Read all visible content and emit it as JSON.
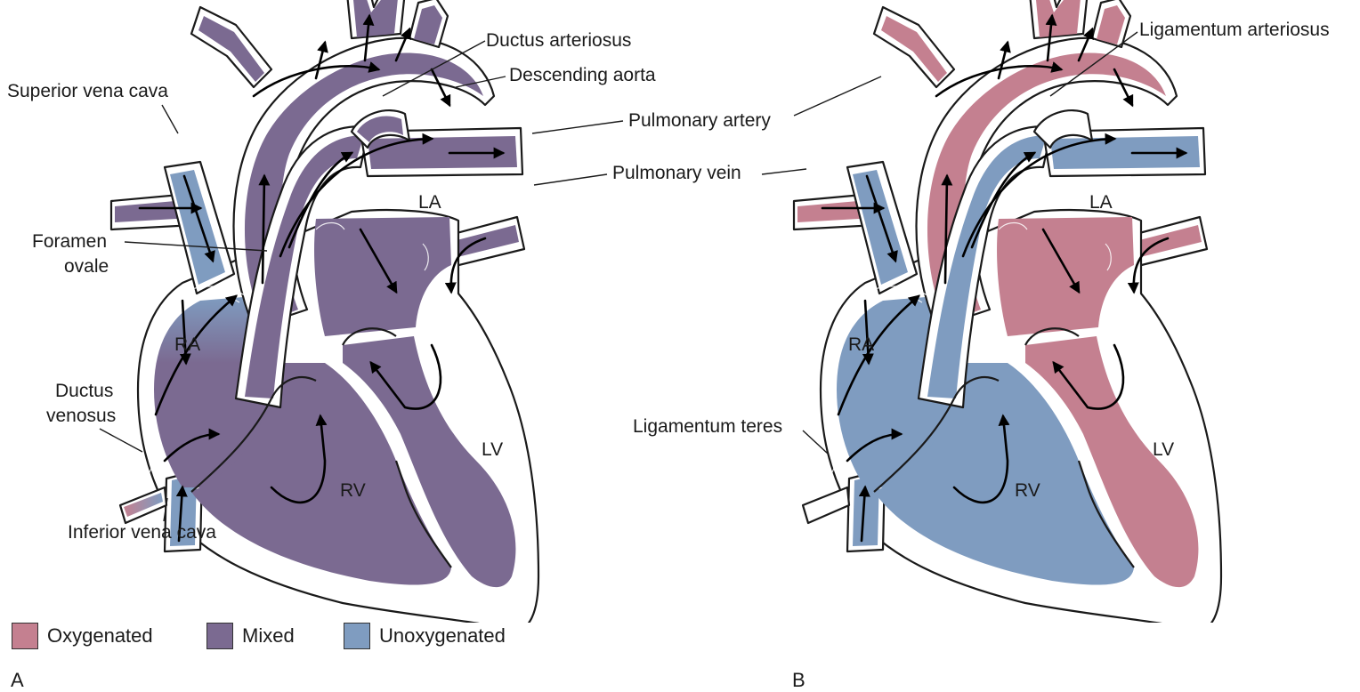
{
  "colors": {
    "oxygenated": "#c48090",
    "mixed": "#7b6a91",
    "unoxygenated": "#7f9cc0"
  },
  "panels": {
    "A": {
      "letter": "A",
      "chambers": {
        "ra": "RA",
        "rv": "RV",
        "la": "LA",
        "lv": "LV"
      },
      "labels": {
        "superior_vena_cava": "Superior vena cava",
        "foramen_ovale_1": "Foramen",
        "foramen_ovale_2": "ovale",
        "ductus_venosus_1": "Ductus",
        "ductus_venosus_2": "venosus",
        "inferior_vena_cava": "Inferior vena cava",
        "ductus_arteriosus": "Ductus arteriosus",
        "descending_aorta": "Descending aorta",
        "pulmonary_artery": "Pulmonary artery",
        "pulmonary_vein": "Pulmonary vein"
      }
    },
    "B": {
      "letter": "B",
      "chambers": {
        "ra": "RA",
        "rv": "RV",
        "la": "LA",
        "lv": "LV"
      },
      "labels": {
        "ligamentum_arteriosus": "Ligamentum arteriosus",
        "ligamentum_teres": "Ligamentum teres"
      }
    }
  },
  "legend": [
    {
      "label": "Oxygenated",
      "color": "#c48090"
    },
    {
      "label": "Mixed",
      "color": "#7b6a91"
    },
    {
      "label": "Unoxygenated",
      "color": "#7f9cc0"
    }
  ]
}
